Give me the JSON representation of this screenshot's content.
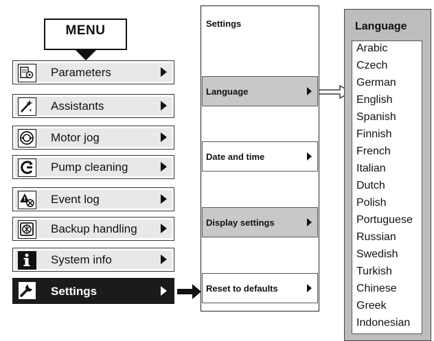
{
  "menu": {
    "title": "MENU",
    "items": [
      {
        "label": "Parameters",
        "icon": "parameters-icon"
      },
      {
        "label": "Assistants",
        "icon": "assistants-icon"
      },
      {
        "label": "Motor jog",
        "icon": "motor-jog-icon"
      },
      {
        "label": "Pump cleaning",
        "icon": "pump-cleaning-icon"
      },
      {
        "label": "Event log",
        "icon": "event-log-icon"
      },
      {
        "label": "Backup handling",
        "icon": "backup-handling-icon"
      },
      {
        "label": "System info",
        "icon": "system-info-icon"
      },
      {
        "label": "Settings",
        "icon": "wrench-icon",
        "active": true
      }
    ]
  },
  "settings": {
    "title": "Settings",
    "options": [
      {
        "label": "Language",
        "highlighted": true
      },
      {
        "label": "Date and time",
        "highlighted": false
      },
      {
        "label": "Display settings",
        "highlighted": true
      },
      {
        "label": "Reset to defaults",
        "highlighted": false
      }
    ]
  },
  "language": {
    "title": "Language",
    "items": [
      "Arabic",
      "Czech",
      "German",
      "English",
      "Spanish",
      "Finnish",
      "French",
      "Italian",
      "Dutch",
      "Polish",
      "Portuguese",
      "Russian",
      "Swedish",
      "Turkish",
      "Chinese",
      "Greek",
      "Indonesian"
    ]
  },
  "colors": {
    "active_bg": "#1b1b1b",
    "highlight_grey": "#c8c8c8",
    "language_panel_bg": "#bdbdbd"
  }
}
